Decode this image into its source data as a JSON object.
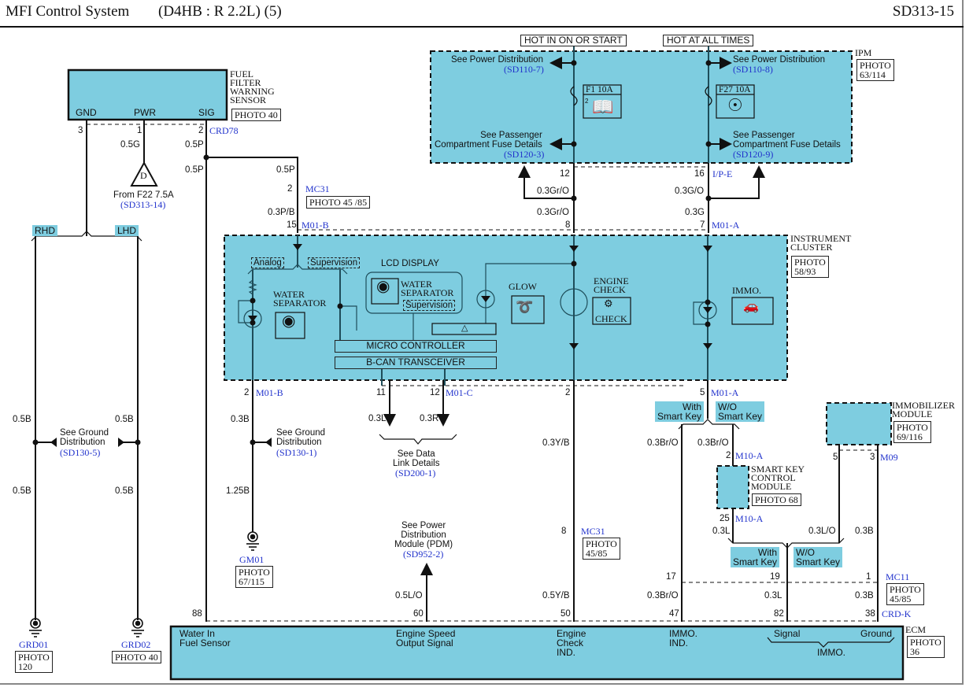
{
  "header": {
    "title": "MFI Control System",
    "subtitle": "(D4HB : R 2.2L) (5)",
    "page_code": "SD313-15"
  },
  "fuel_filter_sensor": {
    "name": "FUEL\nFILTER\nWARNING\nSENSOR",
    "photo": "PHOTO 40",
    "pins": {
      "gnd": "GND",
      "pwr": "PWR",
      "sig": "SIG"
    },
    "pin_numbers": {
      "gnd": "3",
      "pwr": "1",
      "sig": "2"
    },
    "connector": "CRD78",
    "wires": {
      "pwr": "0.5G",
      "sig_top": "0.5P",
      "sig_bottom": "0.5P"
    }
  },
  "fuse_source": {
    "symbol": "D",
    "label": "From F22 7.5A",
    "ref": "(SD313-14)"
  },
  "hand_drive": {
    "rhd": "RHD",
    "lhd": "LHD"
  },
  "ground_left": {
    "wire_rhd_top": "0.5B",
    "wire_lhd_top": "0.5B",
    "wire_rhd_bottom": "0.5B",
    "wire_lhd_bottom": "0.5B",
    "see": "See Ground\nDistribution",
    "ref": "(SD130-5)",
    "grd01": "GRD01",
    "grd01_photo": "PHOTO\n120",
    "grd02": "GRD02",
    "grd02_photo": "PHOTO 40"
  },
  "ipm": {
    "name": "IPM",
    "photo": "PHOTO\n63/114",
    "hot_on_start": "HOT IN ON OR START",
    "hot_all_times": "HOT AT ALL TIMES",
    "left": {
      "see_power": "See Power Distribution",
      "power_ref": "(SD110-7)",
      "fuse": "F1 10A",
      "fuse_sub": "2",
      "see_pass": "See Passenger\nCompartment Fuse Details",
      "pass_ref": "(SD120-3)"
    },
    "right": {
      "see_power": "See Power Distribution",
      "power_ref": "(SD110-8)",
      "fuse": "F27 10A",
      "see_pass": "See Passenger\nCompartment Fuse Details",
      "pass_ref": "(SD120-9)"
    },
    "pin_left": "12",
    "pin_right": "16",
    "connector": "I/P-E"
  },
  "mid_wires": {
    "left_top": "0.3Gr/O",
    "left_bottom": "0.3Gr/O",
    "right_top": "0.3G/O",
    "right_bottom": "0.3G",
    "pin_8": "8",
    "pin_7": "7",
    "conn_m01a": "M01-A",
    "mc31_wire_top": "0.5P",
    "mc31_pin": "2",
    "mc31": "MC31",
    "mc31_photo": "PHOTO 45 /85",
    "mc31_wire_bottom": "0.3P/B",
    "pin_15": "15",
    "conn_m01b": "M01-B"
  },
  "cluster": {
    "name": "INSTRUMENT\nCLUSTER",
    "photo": "PHOTO\n58/93",
    "analog": "Analog",
    "supervision": "Supervision",
    "water_sep": "WATER\nSEPARATOR",
    "lcd": "LCD DISPLAY",
    "lcd_water_sep": "WATER\nSEPARATOR",
    "lcd_supervision": "Supervision",
    "glow": "GLOW",
    "engine_check": "ENGINE\nCHECK",
    "check": "CHECK",
    "immo": "IMMO.",
    "micro": "MICRO CONTROLLER",
    "bcan": "B-CAN TRANSCEIVER"
  },
  "cluster_bottom": {
    "pin_2_left": "2",
    "conn_m01b": "M01-B",
    "wire_03b": "0.3B",
    "see_ground": "See Ground\nDistribution",
    "ground_ref": "(SD130-1)",
    "wire_125b": "1.25B",
    "gm01": "GM01",
    "gm01_photo": "PHOTO\n67/115",
    "pin_11": "11",
    "pin_12": "12",
    "conn_m01c": "M01-C",
    "wire_03l": "0.3L",
    "wire_03r": "0.3R",
    "see_data": "See Data\nLink Details",
    "data_ref": "(SD200-1)",
    "pin_2_mid": "2",
    "wire_03yb": "0.3Y/B",
    "mc31_pin": "8",
    "mc31": "MC31",
    "mc31_photo": "PHOTO\n45/85",
    "wire_05yb": "0.5Y/B",
    "see_pdm": "See Power\nDistribution\nModule (PDM)",
    "pdm_ref": "(SD952-2)",
    "wire_05lo": "0.5L/O",
    "pin_5": "5",
    "conn_m01a": "M01-A"
  },
  "smart_key": {
    "with": "With\nSmart Key",
    "without": "W/O\nSmart Key",
    "wire_left": "0.3Br/O",
    "wire_right": "0.3Br/O",
    "pin_2": "2",
    "conn_m10a_top": "M10-A",
    "module": "SMART KEY\nCONTROL\nMODULE",
    "photo": "PHOTO 68",
    "pin_25": "25",
    "conn_m10a_bottom": "M10-A",
    "wire_03l": "0.3L",
    "with2": "With\nSmart Key",
    "without2": "W/O\nSmart Key"
  },
  "immobilizer": {
    "name": "IMMOBILIZER\nMODULE",
    "photo": "PHOTO\n69/116",
    "pin_5": "5",
    "pin_3": "3",
    "conn": "M09",
    "wire_lo": "0.3L/O",
    "wire_b": "0.3B"
  },
  "mc11": {
    "pin_17": "17",
    "pin_19": "19",
    "pin_1": "1",
    "conn": "MC11",
    "photo": "PHOTO\n45/85",
    "wire_brO": "0.3Br/O",
    "wire_l": "0.3L",
    "wire_b": "0.3B"
  },
  "ecm": {
    "name": "ECM",
    "photo": "PHOTO\n36",
    "pins": {
      "p88": "88",
      "p60": "60",
      "p50": "50",
      "p47": "47",
      "p82": "82",
      "p38": "38"
    },
    "conn": "CRD-K",
    "terminals": {
      "water": "Water In\nFuel Sensor",
      "speed": "Engine Speed\nOutput Signal",
      "check": "Engine\nCheck\nIND.",
      "immo_ind": "IMMO.\nIND.",
      "signal": "Signal",
      "ground": "Ground",
      "immo": "IMMO."
    }
  },
  "colors": {
    "component_fill": "#7ecde0",
    "wire": "#111111",
    "ref_text": "#2233cc"
  }
}
